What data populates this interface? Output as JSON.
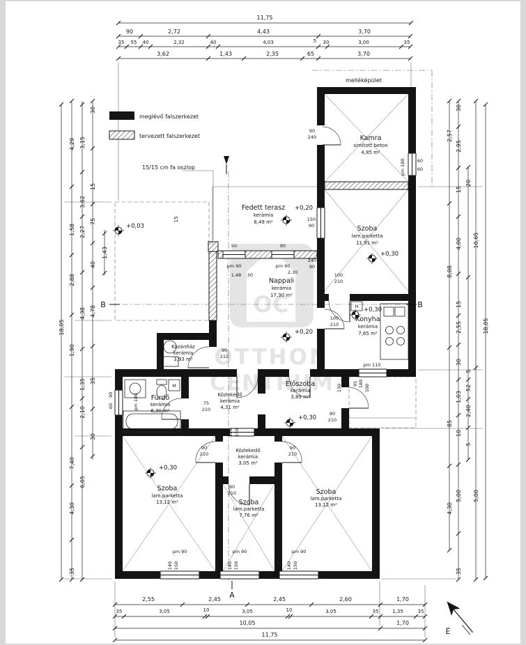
{
  "legend": {
    "existing": "meglévő falszerkezet",
    "planned": "tervezett falszerkezet",
    "column_note": "15/15 cm fa oszlop"
  },
  "labels": {
    "annex": "melléképület",
    "north": "É",
    "section_b": "B",
    "section_a": "A"
  },
  "watermark": {
    "monogram": "OC",
    "line1": "OTTHON",
    "line2": "CENTRUM"
  },
  "rooms": [
    {
      "name": "Kamra",
      "material": "simított beton",
      "area": "4,85 m²"
    },
    {
      "name": "Szoba",
      "material": "lam.parketta",
      "area": "11,91 m²"
    },
    {
      "name": "Fedett terasz",
      "material": "kerámia",
      "area": "8,49 m²"
    },
    {
      "name": "Nappali",
      "material": "kerámia",
      "area": "17,30 m²"
    },
    {
      "name": "Konyha",
      "material": "kerámia",
      "area": "7,65 m²"
    },
    {
      "name": "Kazánház",
      "material": "kerámia",
      "area": "3,93 m²"
    },
    {
      "name": "Fürdő",
      "material": "kerámia",
      "area": "6,30 m²"
    },
    {
      "name": "Közlekedő",
      "material": "kerámia",
      "area": "4,31 m²"
    },
    {
      "name": "Előszoba",
      "material": "kerámia",
      "area": "3,89 m²"
    },
    {
      "name": "Közlekedő",
      "material": "kerámia",
      "area": "3,05 m²"
    },
    {
      "name": "Szoba",
      "material": "lam.parketta",
      "area": "13,12 m²"
    },
    {
      "name": "Szoba",
      "material": "lam.parketta",
      "area": "7,76 m²"
    },
    {
      "name": "Szoba",
      "material": "lam.parketta",
      "area": "13,12 m²"
    }
  ],
  "levels": [
    "+0,03",
    "+0,20",
    "+0,30",
    "+0,20",
    "+0,30",
    "+0,30",
    "+0,30"
  ],
  "fixtures": {
    "boiler": "H",
    "machine": "M"
  },
  "dims": {
    "top": {
      "total": "11,75",
      "row2": [
        "90",
        "2,72",
        "4,43",
        "3,70"
      ],
      "row3": [
        "35",
        "55",
        "40",
        "2,32",
        "40",
        "4,03",
        "5",
        "30",
        "3,00",
        "35"
      ],
      "row4": [
        "3,62",
        "1,43",
        "2,35",
        "65",
        "3,70"
      ]
    },
    "bottom": {
      "row1": [
        "2,55",
        "2,45",
        "2,45",
        "2,60",
        "1,70"
      ],
      "row2": [
        "35",
        "3,05",
        "10",
        "3,05",
        "10",
        "3,05",
        "35",
        "1,35",
        "35"
      ],
      "row3": [
        "10,05",
        "1,70"
      ],
      "total": "11,75"
    },
    "left": {
      "outer": "18,05",
      "col1": [
        "4,29",
        "1,58",
        "2,88",
        "1,90",
        "7,40",
        "4,30",
        "35"
      ],
      "col2": [
        "3,15",
        "3,62",
        "2,27",
        "4,38",
        "1,35",
        "2,10",
        "6,05"
      ],
      "col3": [
        "30",
        "15",
        "75",
        "40",
        "4,78",
        "35",
        "30"
      ],
      "inner": [
        "1,43",
        "15"
      ]
    },
    "right": {
      "outer": "18,05",
      "col1": [
        "2,57",
        "8,08",
        "85",
        "4,30"
      ],
      "col2": [
        "30",
        "2,95",
        "15",
        "4,00",
        "15",
        "2,55",
        "30",
        "1,03",
        "10",
        "5,00",
        "35"
      ],
      "col3": [
        "20",
        "5",
        "52",
        "2,40",
        "5"
      ],
      "col4": [
        "10,65",
        "5,00"
      ]
    }
  },
  "openings": {
    "annex_door": [
      "90",
      "240"
    ],
    "annex_window": [
      "pm 180",
      "60",
      "60"
    ],
    "szoba_window": [
      "150",
      "90"
    ],
    "terrace_w1": [
      "90",
      "pm 90"
    ],
    "terrace_w2": [
      "90",
      "pm 90"
    ],
    "terrace_post": [
      "240",
      "90"
    ],
    "terrace_dims": [
      "1,48",
      "30",
      "2,30"
    ],
    "szoba_door": [
      "100",
      "210"
    ],
    "konyha_door": [
      "100",
      "210"
    ],
    "konyha_window": "pm 110",
    "kazan_door": [
      "90",
      "210"
    ],
    "furdo_window": [
      "90",
      "60",
      "pm 180"
    ],
    "furdo_door": [
      "75",
      "210"
    ],
    "eloszoba_win": [
      "130",
      "95",
      "180",
      "100"
    ],
    "eloszoba_door": [
      "90",
      "210"
    ],
    "kozlekedo_window": [
      "120",
      "150"
    ],
    "szoba1_door": [
      "90",
      "210"
    ],
    "szoba3_door": [
      "90",
      "210"
    ],
    "szoba2_door": [
      "90",
      "210"
    ],
    "bottom_w1": [
      "pm 90",
      "140",
      "150"
    ],
    "bottom_w2": [
      "pm 90",
      "140",
      "150"
    ],
    "bottom_w3": [
      "pm 90",
      "140",
      "150"
    ]
  }
}
